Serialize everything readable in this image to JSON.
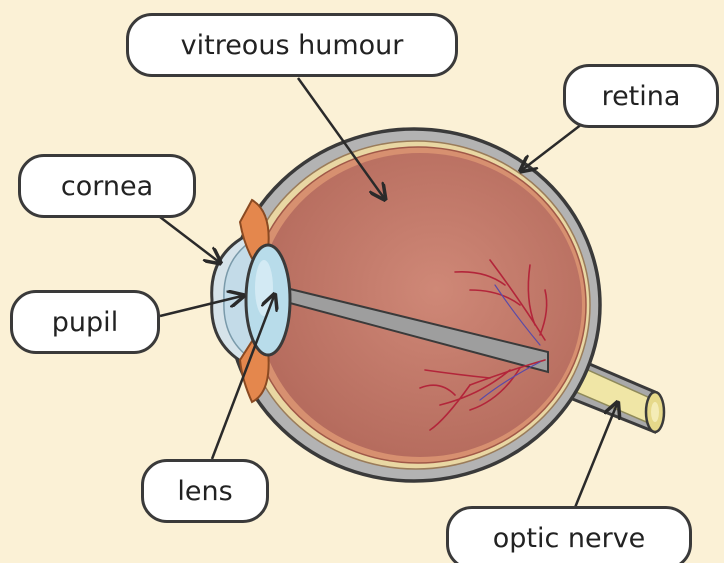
{
  "labels": {
    "vitreous_humour": "vitreous humour",
    "retina": "retina",
    "cornea": "cornea",
    "pupil": "pupil",
    "lens": "lens",
    "optic_nerve": "optic nerve"
  },
  "colors": {
    "background": "#fbf1d6",
    "eyeball_interior": "#c27a6c",
    "sclera": "#b0b0b0",
    "retina_layer": "#e9d7a3",
    "lens": "#b8dcea",
    "iris": "#e4874d",
    "optic_nerve": "#f0e6a6",
    "blood_vessels": "#b3253a",
    "outline": "#3a3a3a"
  }
}
